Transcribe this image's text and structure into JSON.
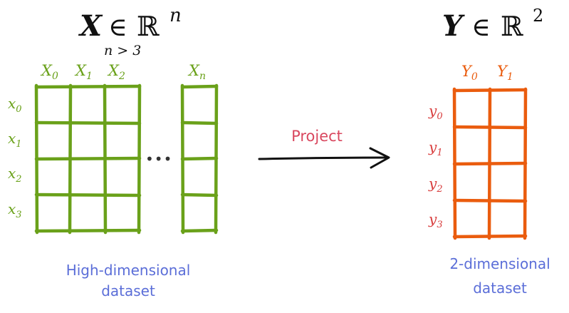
{
  "left": {
    "title_var": "X",
    "title_in": "∈",
    "title_space": "ℝ",
    "title_exp": "n",
    "subtitle": "n > 3",
    "col_headers": [
      {
        "base": "X",
        "sub": "0"
      },
      {
        "base": "X",
        "sub": "1"
      },
      {
        "base": "X",
        "sub": "2"
      },
      {
        "base": "X",
        "sub": "n"
      }
    ],
    "row_headers": [
      {
        "base": "x",
        "sub": "0"
      },
      {
        "base": "x",
        "sub": "1"
      },
      {
        "base": "x",
        "sub": "2"
      },
      {
        "base": "x",
        "sub": "3"
      }
    ],
    "ellipsis": "•••",
    "caption_line1": "High-dimensional",
    "caption_line2": "dataset"
  },
  "arrow": {
    "label": "Project"
  },
  "right": {
    "title_var": "Y",
    "title_in": "∈",
    "title_space": "ℝ",
    "title_exp": "2",
    "col_headers": [
      {
        "base": "Y",
        "sub": "0"
      },
      {
        "base": "Y",
        "sub": "1"
      }
    ],
    "row_headers": [
      {
        "base": "y",
        "sub": "0"
      },
      {
        "base": "y",
        "sub": "1"
      },
      {
        "base": "y",
        "sub": "2"
      },
      {
        "base": "y",
        "sub": "3"
      }
    ],
    "caption_line1": "2-dimensional",
    "caption_line2": "dataset"
  },
  "colors": {
    "green": "#6aa11a",
    "orange": "#ea5c0e",
    "red": "#d83c3c",
    "blue": "#5b6ed8",
    "black": "#111111",
    "arrow_label": "#d9485f"
  }
}
